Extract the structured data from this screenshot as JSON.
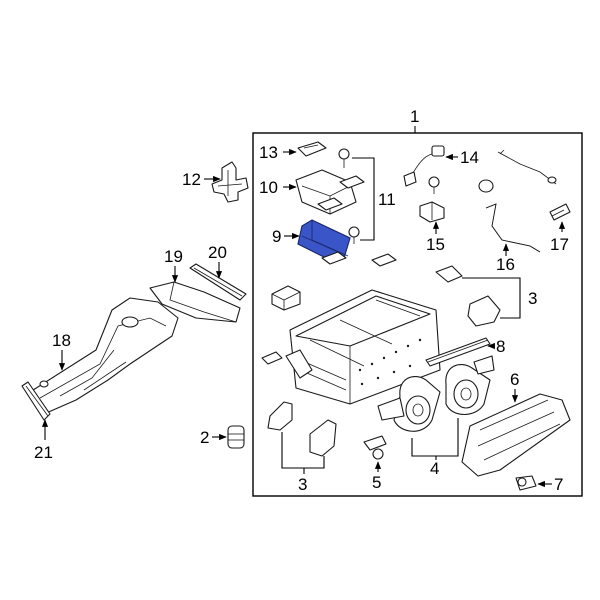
{
  "highlight_color": "#3a55c8",
  "callouts": {
    "c1": "1",
    "c2": "2",
    "c3a": "3",
    "c3b": "3",
    "c4": "4",
    "c5": "5",
    "c6": "6",
    "c7": "7",
    "c8": "8",
    "c9": "9",
    "c10": "10",
    "c11": "11",
    "c12": "12",
    "c13": "13",
    "c14": "14",
    "c15": "15",
    "c16": "16",
    "c17": "17",
    "c18": "18",
    "c19": "19",
    "c20": "20",
    "c21": "21"
  }
}
